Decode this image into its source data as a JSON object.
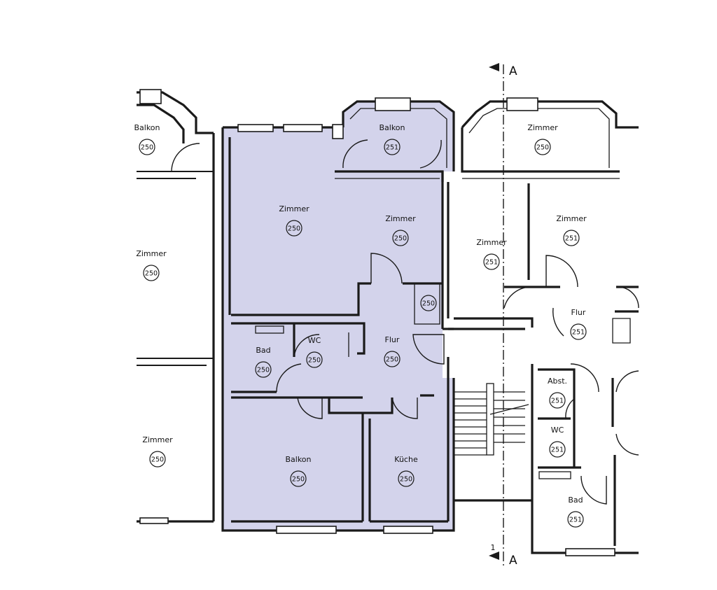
{
  "colors": {
    "unit_fill": "#d3d3eb",
    "line": "#1a1a1a",
    "background": "#ffffff"
  },
  "section": {
    "top_label": "A",
    "bottom_label": "A",
    "bottom_number": "1"
  },
  "rooms": [
    {
      "name": "Balkon",
      "number": "250"
    },
    {
      "name": "Balkon",
      "number": "251"
    },
    {
      "name": "Zimmer",
      "number": "250"
    },
    {
      "name": "Zimmer",
      "number": "250"
    },
    {
      "name": "Zimmer",
      "number": "250"
    },
    {
      "name": "Zimmer",
      "number": "251"
    },
    {
      "name": "Zimmer",
      "number": "251"
    },
    {
      "name": "Zimmer",
      "number": "250"
    },
    {
      "name": "Zimmer",
      "number": "250"
    },
    {
      "name": "Flur",
      "number": "250"
    },
    {
      "name": "Flur",
      "number": "251"
    },
    {
      "name": "Bad",
      "number": "250"
    },
    {
      "name": "WC",
      "number": "250"
    },
    {
      "name": "Küche",
      "number": "250"
    },
    {
      "name": "Abst.",
      "number": "251"
    },
    {
      "name": "WC",
      "number": "251"
    },
    {
      "name": "Bad",
      "number": "251"
    },
    {
      "name": "Balkon",
      "number": "250"
    }
  ],
  "unlabeled_marks": [
    {
      "number": "250"
    }
  ]
}
